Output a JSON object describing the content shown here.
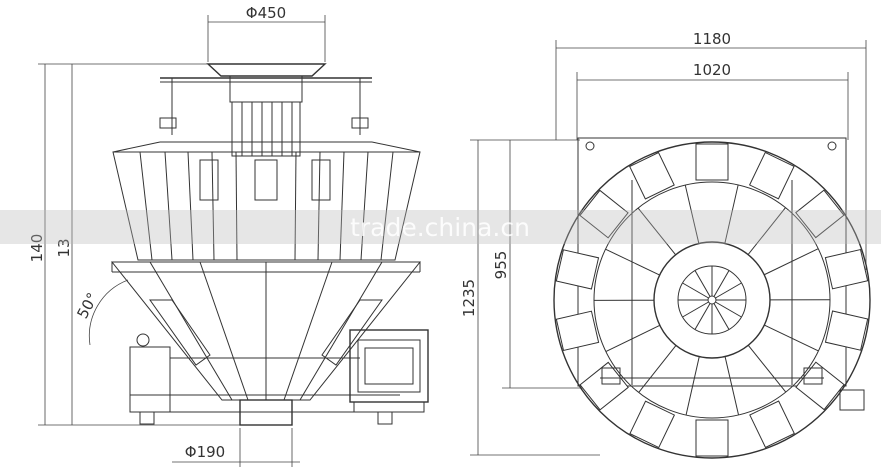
{
  "drawing": {
    "front_view": {
      "dim_top_diameter": "Φ450",
      "dim_height_total": "140",
      "dim_height_inner": "13",
      "dim_angle": "50°",
      "dim_bottom_diameter": "Φ190"
    },
    "top_view": {
      "dim_width_outer": "1180",
      "dim_width_inner": "1020",
      "dim_height_outer": "1235",
      "dim_height_inner": "955"
    },
    "watermark": "trade.china.cn"
  }
}
